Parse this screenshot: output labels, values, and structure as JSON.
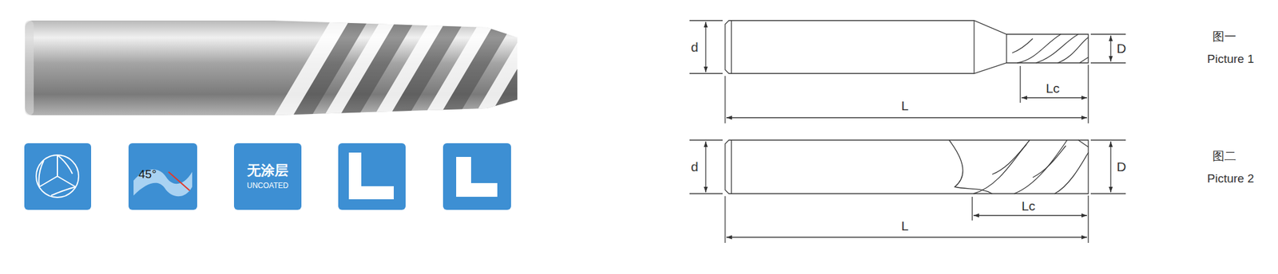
{
  "diagram": {
    "nodes": [
      {
        "text": [
          "45°"
        ]
      },
      {
        "text": [
          "无涂层",
          "UNCOATED"
        ]
      }
    ],
    "labels": [
      "d",
      "D",
      "Lc",
      "L",
      "图一",
      "Picture 1",
      "d",
      "D",
      "Lc",
      "L",
      "图二",
      "Picture 2"
    ]
  }
}
